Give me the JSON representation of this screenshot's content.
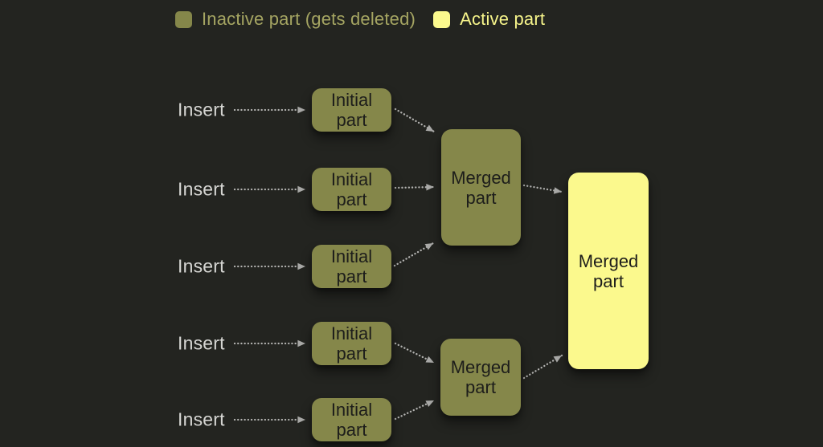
{
  "legend": {
    "items": [
      {
        "id": "inactive",
        "label": "Inactive part (gets deleted)"
      },
      {
        "id": "active",
        "label": "Active part"
      }
    ]
  },
  "nodes": {
    "inserts": [
      {
        "label": "Insert"
      },
      {
        "label": "Insert"
      },
      {
        "label": "Insert"
      },
      {
        "label": "Insert"
      },
      {
        "label": "Insert"
      }
    ],
    "initials": [
      {
        "label": "Initial part",
        "state": "inactive"
      },
      {
        "label": "Initial part",
        "state": "inactive"
      },
      {
        "label": "Initial part",
        "state": "inactive"
      },
      {
        "label": "Initial part",
        "state": "inactive"
      },
      {
        "label": "Initial part",
        "state": "inactive"
      }
    ],
    "merged": [
      {
        "label": "Merged part",
        "state": "inactive"
      },
      {
        "label": "Merged part",
        "state": "inactive"
      },
      {
        "label": "Merged part",
        "state": "active"
      }
    ]
  },
  "colors": {
    "background": "#232420",
    "inactive_fill": "#85874a",
    "active_fill": "#fbf98d",
    "inactive_legend_text": "#a5a562",
    "active_legend_text": "#f6f48a",
    "insert_text": "#d6d6d3",
    "node_text": "#1d1d1b",
    "arrow": "#b3b3b1",
    "arrowhead": "#a9a9a7"
  }
}
